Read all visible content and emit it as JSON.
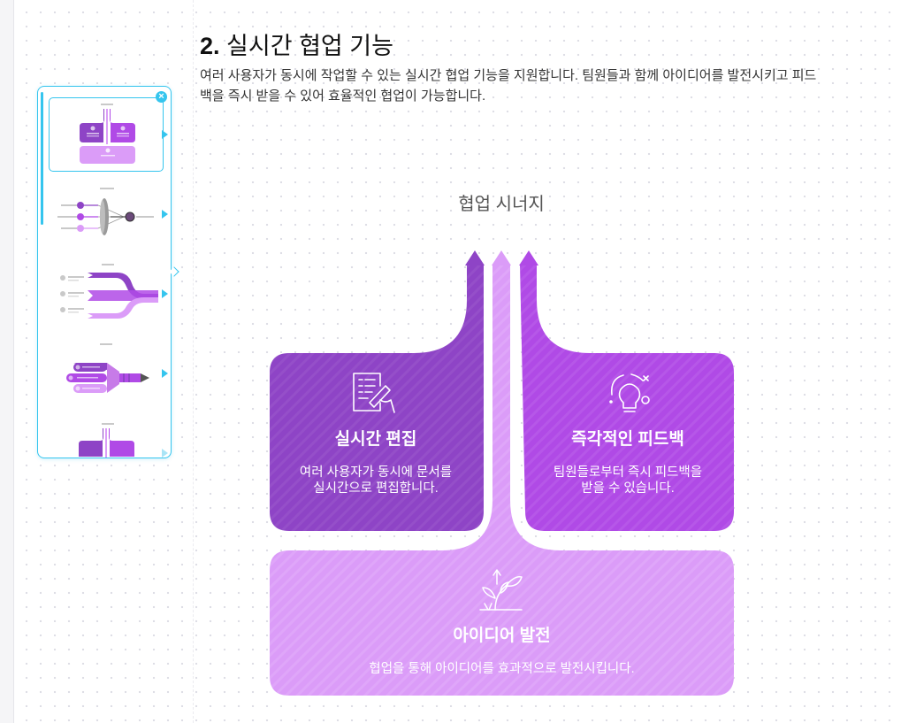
{
  "header": {
    "section_number": "2.",
    "title": "실시간 협업 기능",
    "description": "여러 사용자가 동시에 작업할 수 있는 실시간 협업 기능을 지원합니다. 팀원들과 함께 아이디어를 발전시키고 피드백을 즉시 받을 수 있어 효율적인 협업이 가능합니다."
  },
  "thumbnails": {
    "selected_index": 0,
    "items": [
      {
        "name": "split-arrow-layout"
      },
      {
        "name": "funnel-merge-layout"
      },
      {
        "name": "arrow-merge-layout"
      },
      {
        "name": "pencil-layout"
      },
      {
        "name": "split-arrow-layout-2"
      }
    ]
  },
  "diagram": {
    "title": "협업 시너지",
    "cards": [
      {
        "title": "실시간 편집",
        "body": "여러 사용자가 동시에 문서를 실시간으로 편집합니다.",
        "icon": "document-edit-icon",
        "color": "#8e44c6"
      },
      {
        "title": "즉각적인 피드백",
        "body": "팀원들로부터 즉시 피드백을 받을 수 있습니다.",
        "icon": "lightbulb-icon",
        "color": "#b04ae6"
      },
      {
        "title": "아이디어 발전",
        "body": "협업을 통해 아이디어를 효과적으로 발전시킵니다.",
        "icon": "growing-plant-icon",
        "color": "#db9cf8"
      }
    ]
  },
  "colors": {
    "accent": "#35c5ee",
    "purple_dark": "#8e44c6",
    "purple_mid": "#b04ae6",
    "purple_light": "#db9cf8"
  }
}
